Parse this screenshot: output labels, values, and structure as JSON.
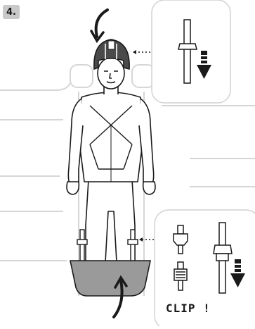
{
  "step": {
    "label": "4."
  },
  "detail_panel_bottom": {
    "caption": "CLIP !"
  },
  "icons": {
    "instruction_figure": "person-on-stretcher-with-helmet-and-foot-bag",
    "curved_arrow_top": "curved-arrow-down-icon",
    "curved_arrow_bottom": "curved-arrow-up-icon",
    "pull_arrow": "down-arrow-icon",
    "buckle": "buckle-icon"
  },
  "colors": {
    "line": "#1a1a1a",
    "faint_line": "#d6d6d6",
    "helmet": "#4a4a4a",
    "foot_bag": "#9a9a9a",
    "badge": "#c9c9c9"
  }
}
